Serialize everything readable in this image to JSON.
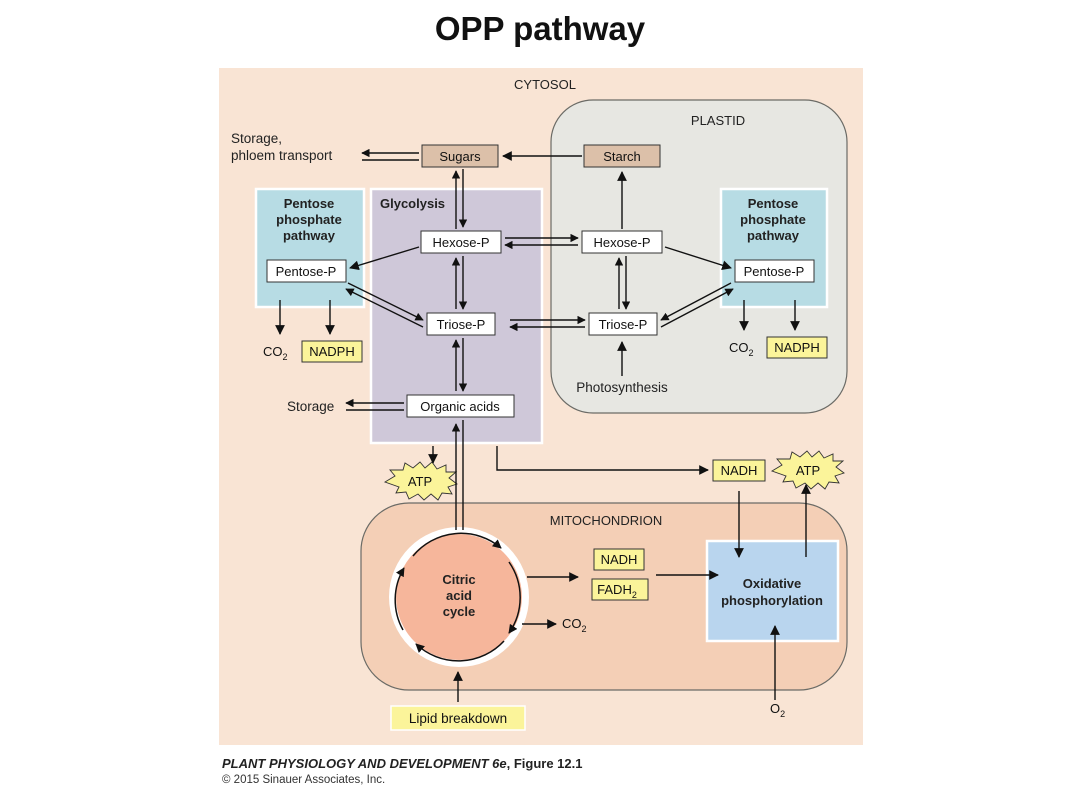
{
  "title": "OPP pathway",
  "compartments": {
    "cytosol": "CYTOSOL",
    "plastid": "PLASTID",
    "mitochondrion": "MITOCHONDRION"
  },
  "labels": {
    "storage_phloem_line1": "Storage,",
    "storage_phloem_line2": "phloem transport",
    "sugars": "Sugars",
    "starch": "Starch",
    "glycolysis": "Glycolysis",
    "ppp_left_line1": "Pentose",
    "ppp_left_line2": "phosphate",
    "ppp_left_line3": "pathway",
    "ppp_right_line1": "Pentose",
    "ppp_right_line2": "phosphate",
    "ppp_right_line3": "pathway",
    "hexose_p_cyt": "Hexose-P",
    "hexose_p_pla": "Hexose-P",
    "pentose_p_left": "Pentose-P",
    "pentose_p_right": "Pentose-P",
    "triose_p_cyt": "Triose-P",
    "triose_p_pla": "Triose-P",
    "co2_left": "CO",
    "co2_left_sub": "2",
    "nadph_left": "NADPH",
    "co2_right": "CO",
    "co2_right_sub": "2",
    "nadph_right": "NADPH",
    "photosynthesis": "Photosynthesis",
    "storage": "Storage",
    "organic_acids": "Organic acids",
    "atp_left": "ATP",
    "nadh_top": "NADH",
    "atp_right": "ATP",
    "citric_line1": "Citric",
    "citric_line2": "acid",
    "citric_line3": "cycle",
    "nadh_mito": "NADH",
    "fadh2": "FADH",
    "fadh2_sub": "2",
    "co2_mito": "CO",
    "co2_mito_sub": "2",
    "oxphos_line1": "Oxidative",
    "oxphos_line2": "phosphorylation",
    "o2": "O",
    "o2_sub": "2",
    "lipid_breakdown": "Lipid breakdown"
  },
  "caption": {
    "book": "PLANT PHYSIOLOGY AND DEVELOPMENT 6e",
    "figure": ", Figure 12.1",
    "copyright": "© 2015 Sinauer Associates, Inc."
  },
  "colors": {
    "cytosol_bg": "#f9e4d4",
    "plastid_bg": "#e7e7e2",
    "mito_bg": "#f4cfb6",
    "glycolysis_bg": "#cfc8d9",
    "ppp_bg": "#b7dce4",
    "oxphos_bg": "#b9d5ee",
    "tan_box": "#dcc0a9",
    "yellow_box": "#fbf49a",
    "cycle_fill": "#f6b69b"
  }
}
